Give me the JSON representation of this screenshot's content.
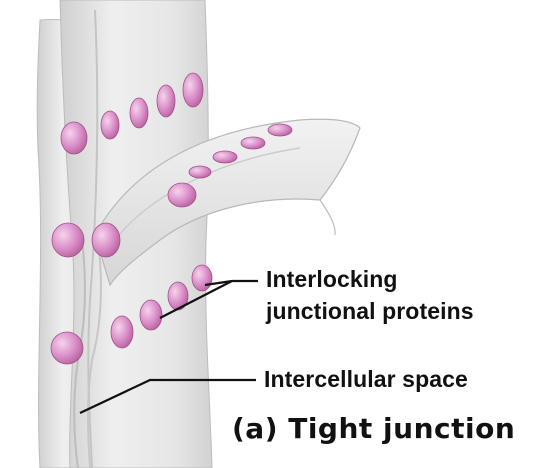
{
  "labels": {
    "interlocking_line1": "Interlocking",
    "interlocking_line2": "junctional proteins",
    "intercellular_space": "Intercellular space",
    "caption": "(a) Tight junction"
  },
  "colors": {
    "membrane_light": "#ececec",
    "membrane_shadow": "#c9c9c9",
    "protein_pink": "#d98ec7",
    "protein_dark": "#b9609f",
    "protein_light": "#f1c9e6",
    "leader_line": "#111111"
  }
}
